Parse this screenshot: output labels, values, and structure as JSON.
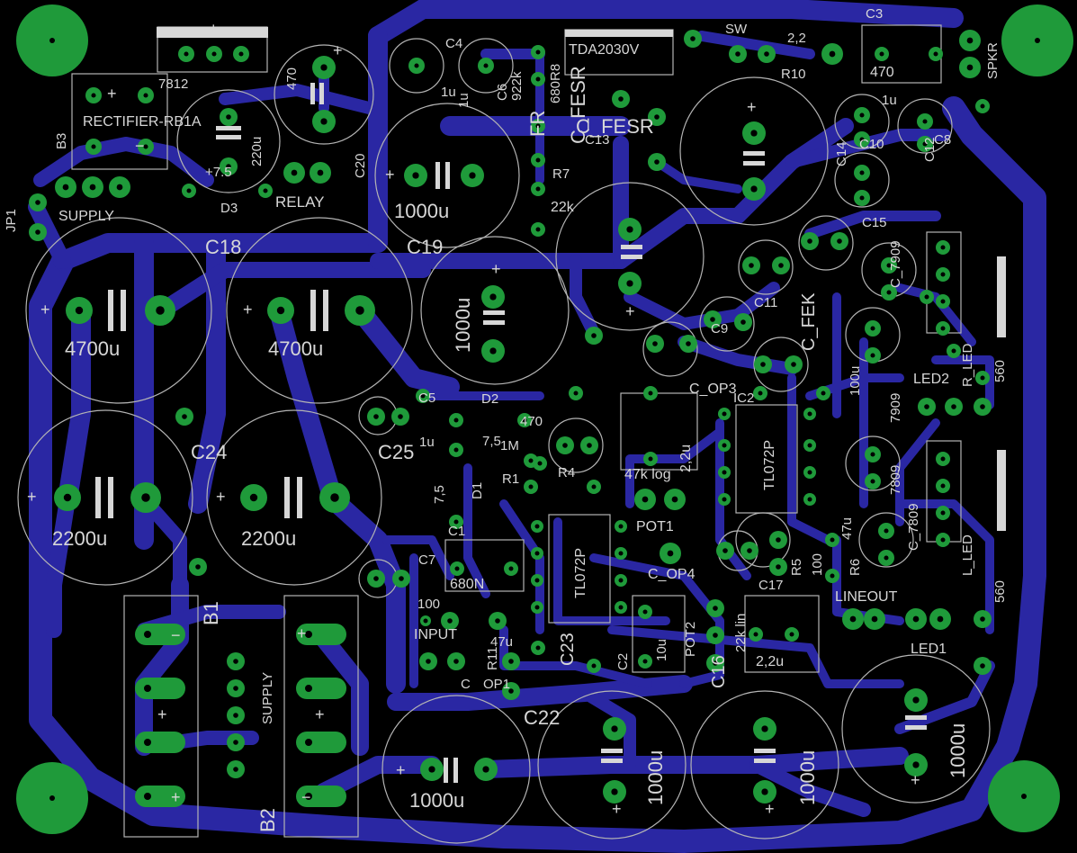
{
  "colors": {
    "background": "#000000",
    "copper": "#2a27a3",
    "pad": "#1f9a3a",
    "silkscreen": "#d7d7d7",
    "outline": "#b4b4b4",
    "hole": "#000000"
  },
  "labels": {
    "c4": "C4",
    "tda": "TDA2030V",
    "sw": "SW",
    "r_22": "2,2",
    "c3": "C3",
    "r10": "R10",
    "cap470_top": "470",
    "spkr": "SPKR",
    "u7812": "7812",
    "cap470_left": "470",
    "rectifier": "RECTIFIER-RB1A",
    "b3": "B3",
    "c6": "C6",
    "r_922k": "922k",
    "r_680r8": "680R8",
    "fr_label": "FR",
    "c_fesr": "C_FESR",
    "c_fesr2": "C_FESR",
    "c13": "C13",
    "r7": "R7",
    "r_22k": "22k",
    "cap_1u_c4": "1u",
    "cap_1u_c6": "1u",
    "cap_1u_right": "1u",
    "d3": "D3",
    "d3_val": "+7.5",
    "relay": "RELAY",
    "c20": "C20",
    "cap_220u": "220u",
    "supply_top": "SUPPLY",
    "jp1": "JP1",
    "cap_1000u_a": "1000u",
    "c19": "C19",
    "c18": "C18",
    "cap_4700u_a": "4700u",
    "cap_4700u_b": "4700u",
    "cap_1000u_b": "1000u",
    "c24": "C24",
    "c25": "C25",
    "c5": "C5",
    "cap_1u_c5": "1u",
    "d2": "D2",
    "d2_val": "7,5",
    "r_470": "470",
    "r_1m": "1M",
    "d1": "D1",
    "d1_val": "7,5",
    "c1": "C1",
    "r1": "R1",
    "r4": "R4",
    "c7": "C7",
    "cap_680n": "680N",
    "cap_2200u_a": "2200u",
    "cap_2200u_b": "2200u",
    "b1": "B1",
    "b2": "B2",
    "supply_bottom": "SUPPLY",
    "r_100": "100",
    "input": "INPUT",
    "r11": "R11",
    "op1": "OP1",
    "cap_47u": "47u",
    "c_label": "C",
    "c23": "C23",
    "c22": "C22",
    "cap_1000u_c": "1000u",
    "cap_1000u_d": "1000u",
    "cap_1000u_e": "1000u",
    "cap_1000u_f": "1000u",
    "c2": "C2",
    "cap_10u": "10u",
    "pot2": "POT2",
    "c16": "C16",
    "c_op4": "C_OP4",
    "r_22k_lin": "22k lin",
    "cap_2_2u_a": "2,2u",
    "cap_2_2u_b": "2,2u",
    "r_47k_log": "47k log",
    "c_op3": "C_OP3",
    "ic2": "IC2",
    "tl072p_a": "TL072P",
    "tl072p_b": "TL072P",
    "pot1": "POT1",
    "c17": "C17",
    "r5": "R5",
    "r6": "R6",
    "r_100b": "100",
    "cap_47u_b": "47u",
    "lineout": "LINEOUT",
    "led1": "LED1",
    "led2": "LED2",
    "r_560a": "560",
    "r_560b": "560",
    "c_fek": "C_FEK",
    "c11": "C11",
    "c10": "C10",
    "c14": "C14",
    "c12": "C12",
    "c15": "C15",
    "c9": "C9",
    "c8": "C8",
    "cap_100u": "100u",
    "u7909": "7909",
    "u7809": "7809",
    "c7809": "C_7809",
    "c7909": "C_7909",
    "r_led": "R_LED",
    "l_led": "L_LED"
  }
}
